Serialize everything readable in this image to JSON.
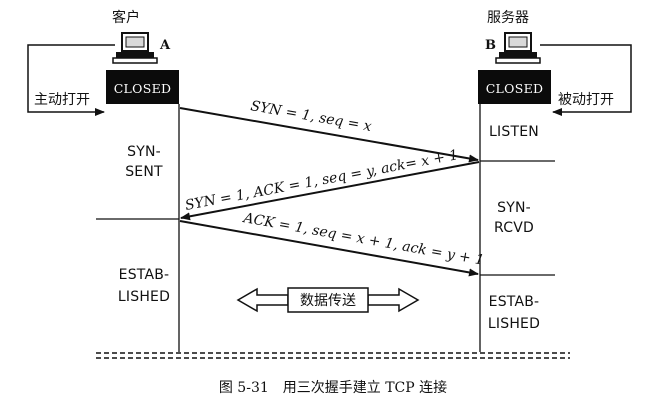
{
  "client": {
    "title": "客户",
    "host_letter": "A",
    "state_closed": "CLOSED",
    "open_label": "主动打开",
    "states": {
      "syn_sent_line1": "SYN-",
      "syn_sent_line2": "SENT",
      "established_line1": "ESTAB-",
      "established_line2": "LISHED"
    }
  },
  "server": {
    "title": "服务器",
    "host_letter": "B",
    "state_closed": "CLOSED",
    "open_label": "被动打开",
    "states": {
      "listen": "LISTEN",
      "syn_rcvd_line1": "SYN-",
      "syn_rcvd_line2": "RCVD",
      "established_line1": "ESTAB-",
      "established_line2": "LISHED"
    }
  },
  "messages": {
    "m1": "SYN = 1, seq = x",
    "m2": "SYN = 1, ACK = 1, seq = y, ack= x + 1",
    "m3": "ACK = 1, seq = x + 1, ack = y + 1"
  },
  "data_transfer_label": "数据传送",
  "caption": "图 5-31　用三次握手建立 TCP 连接",
  "colors": {
    "ink": "#111111",
    "closed_box": "#0b0b0b",
    "background": "#ffffff"
  }
}
